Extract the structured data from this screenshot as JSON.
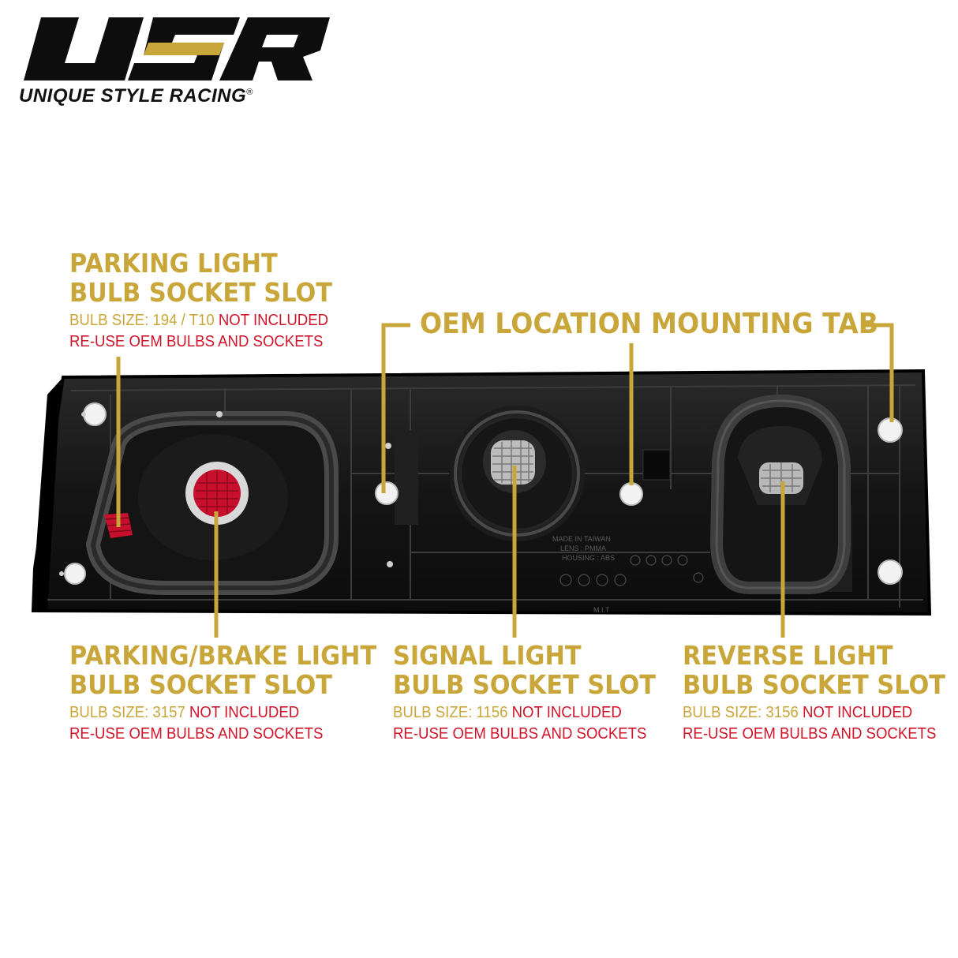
{
  "logo": {
    "mark": "USR",
    "tagline": "UNIQUE STYLE RACING",
    "registered": "®",
    "colors": {
      "black": "#0d0d0d",
      "gold": "#c9a63a"
    }
  },
  "colors": {
    "gold": "#c9a63a",
    "red": "#d0152b",
    "lamp": "#1a1a1a"
  },
  "callouts": {
    "parking": {
      "title1": "PARKING LIGHT",
      "title2": "BULB SOCKET SLOT",
      "size_label": "BULB SIZE: 194 / T10",
      "not_included": "NOT INCLUDED",
      "reuse": "RE-USE OEM BULBS AND SOCKETS"
    },
    "mounting_tab": {
      "title": "OEM LOCATION MOUNTING TAB"
    },
    "parking_brake": {
      "title1": "PARKING/BRAKE LIGHT",
      "title2": "BULB SOCKET SLOT",
      "size_label": "BULB SIZE: 3157",
      "not_included": "NOT INCLUDED",
      "reuse": "RE-USE OEM BULBS AND SOCKETS"
    },
    "signal": {
      "title1": "SIGNAL LIGHT",
      "title2": "BULB SOCKET SLOT",
      "size_label": "BULB SIZE: 1156",
      "not_included": "NOT INCLUDED",
      "reuse": "RE-USE OEM BULBS AND SOCKETS"
    },
    "reverse": {
      "title1": "REVERSE LIGHT",
      "title2": "BULB SOCKET SLOT",
      "size_label": "BULB SIZE: 3156",
      "not_included": "NOT INCLUDED",
      "reuse": "RE-USE OEM BULBS AND SOCKETS"
    }
  },
  "housing_markings": {
    "line1": "MADE IN TAIWAN",
    "line2": "LENS : PMMA",
    "line3": "HOUSING : ABS",
    "code": "M.I.T"
  }
}
